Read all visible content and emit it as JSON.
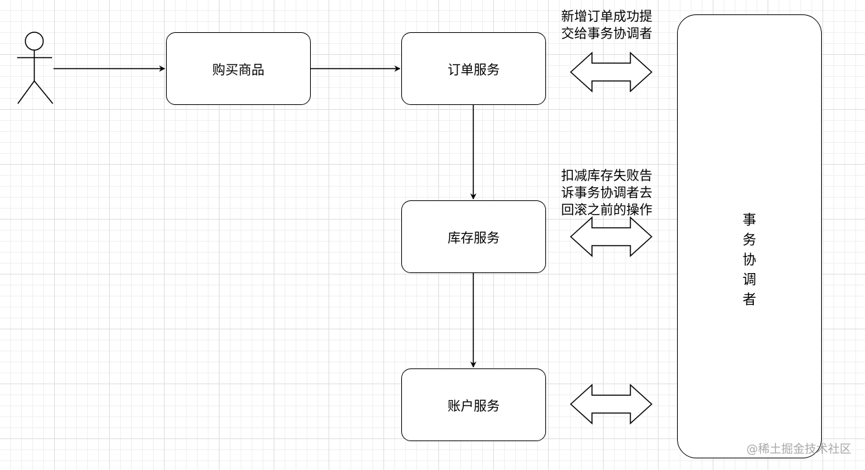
{
  "nodes": {
    "buy": "购买商品",
    "order": "订单服务",
    "inventory": "库存服务",
    "account": "账户服务"
  },
  "coordinator": {
    "chars": [
      "事",
      "务",
      "协",
      "调",
      "者"
    ]
  },
  "notes": {
    "order_note": "新增订单成功提\n交给事务协调者",
    "inventory_note": "扣减库存失败告\n诉事务协调者去\n回滚之前的操作"
  },
  "watermark": "@稀土掘金技术社区",
  "colors": {
    "stroke": "#000000",
    "fill": "#ffffff",
    "grid_major": "#dedede",
    "grid_minor": "#f0f0f0",
    "watermark": "#9a9a9a"
  }
}
